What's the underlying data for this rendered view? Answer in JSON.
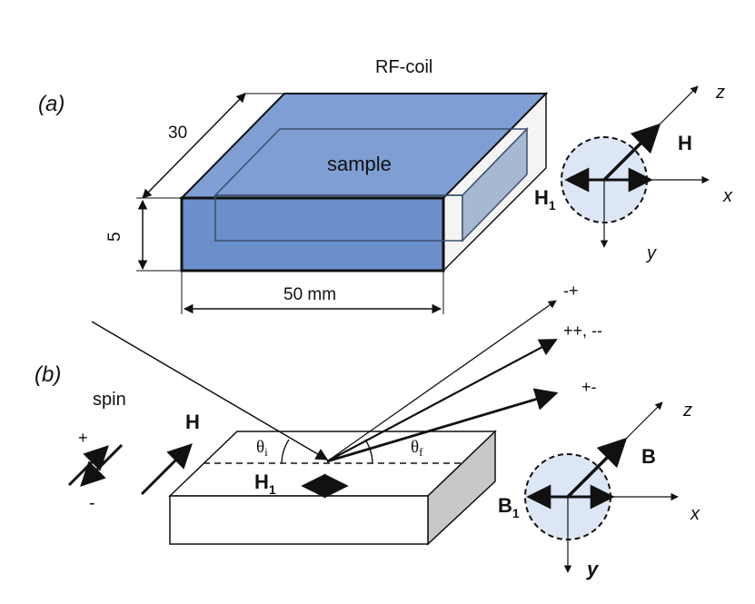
{
  "diagram": {
    "panel_a": {
      "label": "(a)",
      "coil_label": "RF-coil",
      "sample_label": "sample",
      "dim_depth": "30",
      "dim_height": "5",
      "dim_width": "50 mm",
      "axes": {
        "z": "z",
        "x": "x",
        "y": "y",
        "field": "H",
        "field_rf": "H",
        "field_rf_sub": "1"
      }
    },
    "panel_b": {
      "label": "(b)",
      "spin_label": "spin",
      "spin_plus": "+",
      "spin_minus": "-",
      "field_label": "H",
      "rf_field_label": "H",
      "rf_field_sub": "1",
      "theta_i": "θ",
      "theta_i_sub": "i",
      "theta_f": "θ",
      "theta_f_sub": "f",
      "beam_labels": {
        "minus_plus": "-+",
        "plusplus_minusminus": "++, --",
        "plus_minus": "+-"
      },
      "axes": {
        "z": "z",
        "x": "x",
        "y": "y",
        "field": "B",
        "field_rf": "B",
        "field_rf_sub": "1"
      }
    },
    "colors": {
      "sample_fill": "#5f86c3",
      "sample_top": "#7f9fd4",
      "coil_side": "#f2f2f2",
      "circle_fill": "#dce6f4",
      "block_side": "#c8c8c8",
      "ink": "#111111"
    }
  }
}
